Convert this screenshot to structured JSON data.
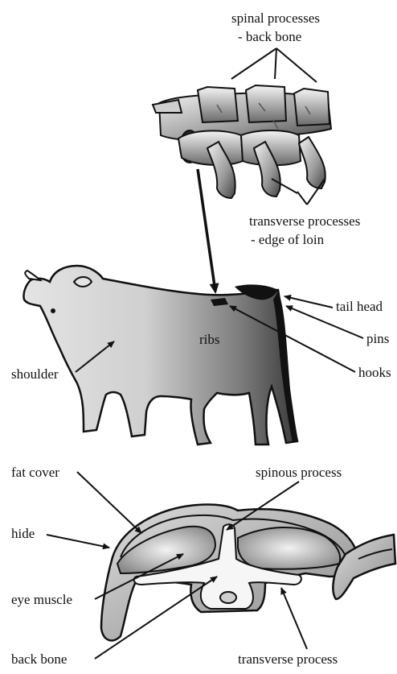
{
  "vertebrae_labels": {
    "spinal_processes_line1": "spinal processes",
    "spinal_processes_line2": "- back bone",
    "transverse_processes_line1": "transverse processes",
    "transverse_processes_line2": "- edge of loin"
  },
  "cow_labels": {
    "ribs": "ribs",
    "shoulder": "shoulder",
    "tail_head": "tail head",
    "pins": "pins",
    "hooks": "hooks"
  },
  "section_labels": {
    "fat_cover": "fat cover",
    "spinous_process": "spinous process",
    "hide": "hide",
    "eye_muscle": "eye muscle",
    "back_bone": "back bone",
    "transverse_process": "transverse process"
  },
  "colors": {
    "ink": "#111111",
    "shade_dark": "#3a3a3a",
    "shade_mid": "#8a8a8a",
    "shade_light": "#e6e6e6"
  }
}
